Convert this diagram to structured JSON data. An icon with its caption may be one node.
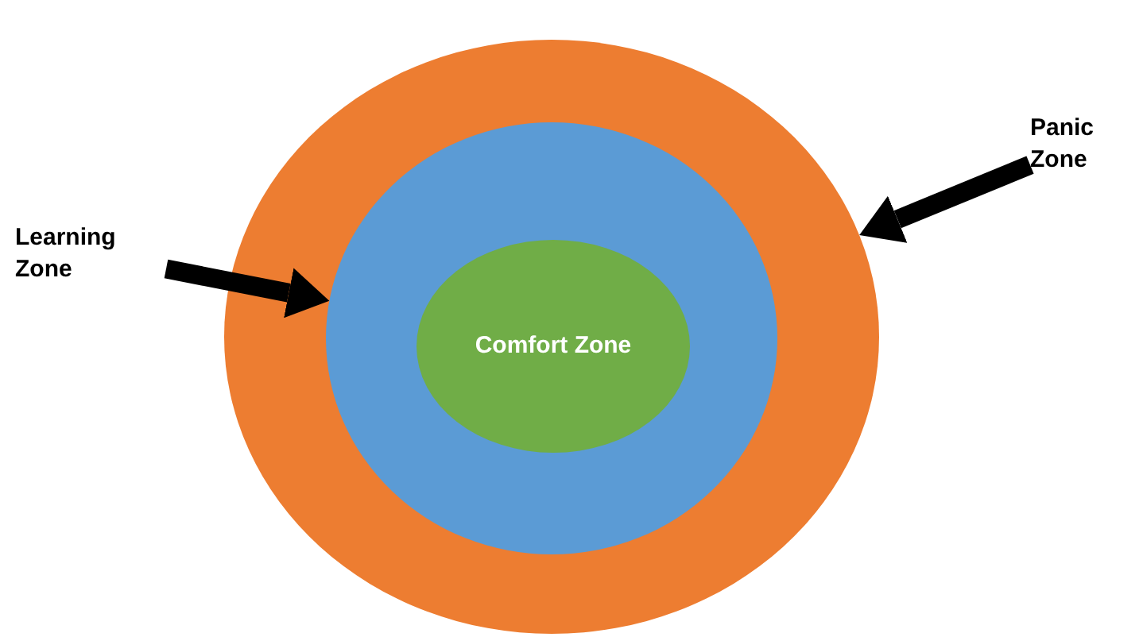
{
  "diagram": {
    "nodes": [
      {
        "text": [],
        "shape": "circle"
      },
      {
        "text": [],
        "shape": "circle",
        "in": 0
      },
      {
        "text": [
          "Comfort Zone"
        ],
        "in": 1
      },
      {
        "text": [
          "Learning Zone"
        ]
      },
      {
        "text": [
          "Panic Zone"
        ]
      }
    ],
    "edges": [
      {
        "from": 3,
        "to": 1,
        "arrow": "to"
      },
      {
        "from": 4,
        "to": 0,
        "arrow": "to"
      }
    ]
  }
}
